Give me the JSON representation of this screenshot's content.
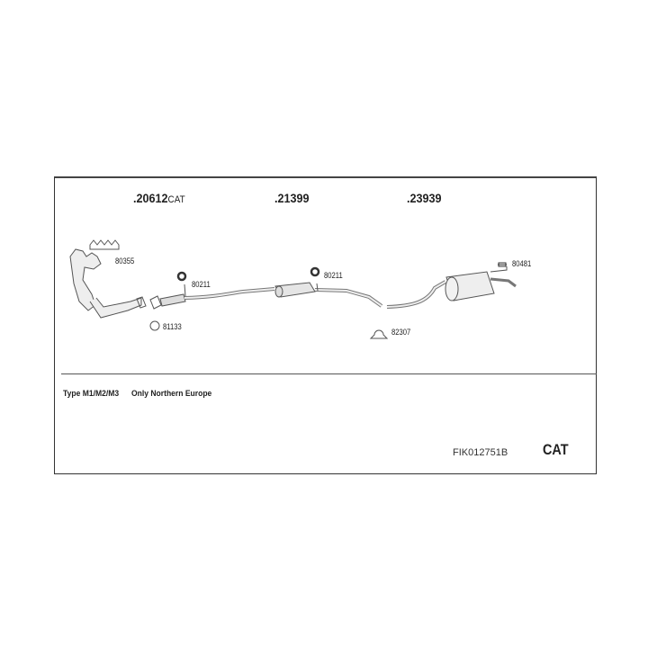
{
  "groups": [
    {
      "number": ".20612",
      "suffix": "CAT"
    },
    {
      "number": ".21399"
    },
    {
      "number": ".23939"
    }
  ],
  "parts": {
    "gasket_manifold": "80355",
    "hanger_1": "80211",
    "hanger_2": "80211",
    "ring": "81133",
    "clamp": "82307",
    "rubber_mount": "80481"
  },
  "notes": {
    "type": "Type M1/M2/M3",
    "region": "Only Northern Europe"
  },
  "code": "FIK012751B",
  "badge": "CAT"
}
